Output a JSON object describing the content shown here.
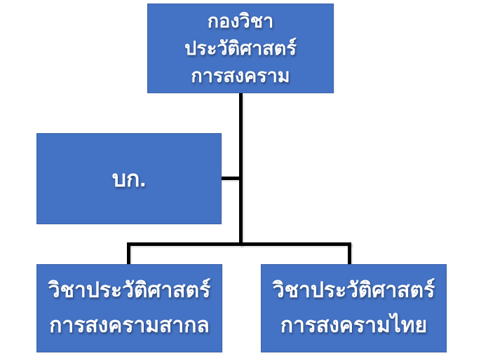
{
  "theme": {
    "background": "#ffffff",
    "box_fill": "#4472C4",
    "box_border": "#3A62AD",
    "connector_color": "#000000",
    "text_color": "#ffffff"
  },
  "org_chart": {
    "root": {
      "lines": [
        "กองวิชา",
        "ประวัติศาสตร์",
        "การสงคราม"
      ]
    },
    "staff": {
      "label": "บก."
    },
    "children": [
      {
        "lines": [
          "วิชาประวัติศาสตร์",
          "การสงครามสากล"
        ]
      },
      {
        "lines": [
          "วิชาประวัติศาสตร์",
          "การสงครามไทย"
        ]
      }
    ]
  }
}
